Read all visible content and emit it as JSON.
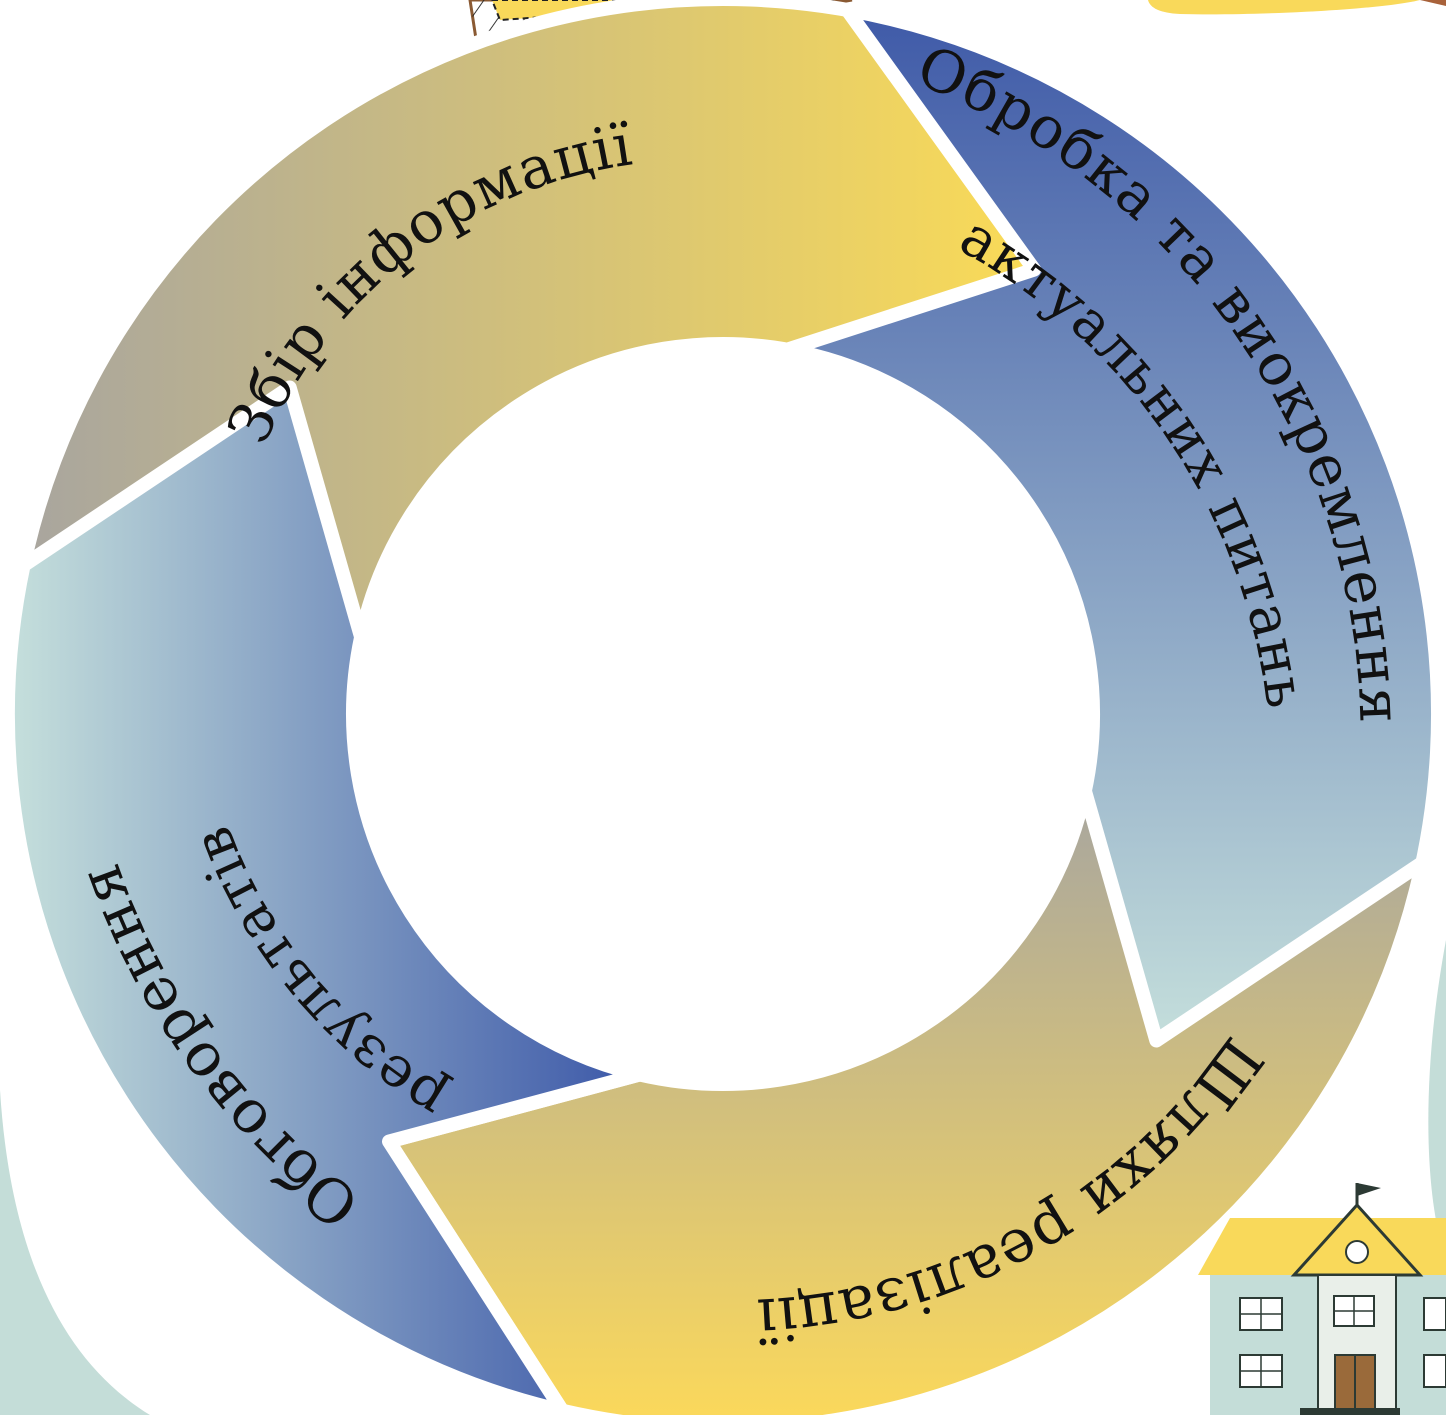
{
  "diagram": {
    "segments": [
      {
        "id": "collect",
        "label_lines": [
          "Збір  інформації"
        ]
      },
      {
        "id": "process",
        "label_lines": [
          "Обробка та виокремлення",
          "актуальних питань"
        ]
      },
      {
        "id": "paths",
        "label_lines": [
          "Шляхи реалізації"
        ]
      },
      {
        "id": "discuss",
        "label_lines": [
          "Обговорення",
          "результатів"
        ]
      }
    ]
  },
  "colors": {
    "background": "#ffffff",
    "mint_panel": "#c4ddd8",
    "yellow": "#f9d95a",
    "gray": "#a8a59f",
    "blue": "#3f5aa8",
    "light_blue": "#c4e0dc",
    "text": "#111111"
  },
  "decorations": {
    "top_left": "paper-note-illustration",
    "top_right": "pencil-illustration",
    "bottom_right": "school-building-illustration"
  }
}
